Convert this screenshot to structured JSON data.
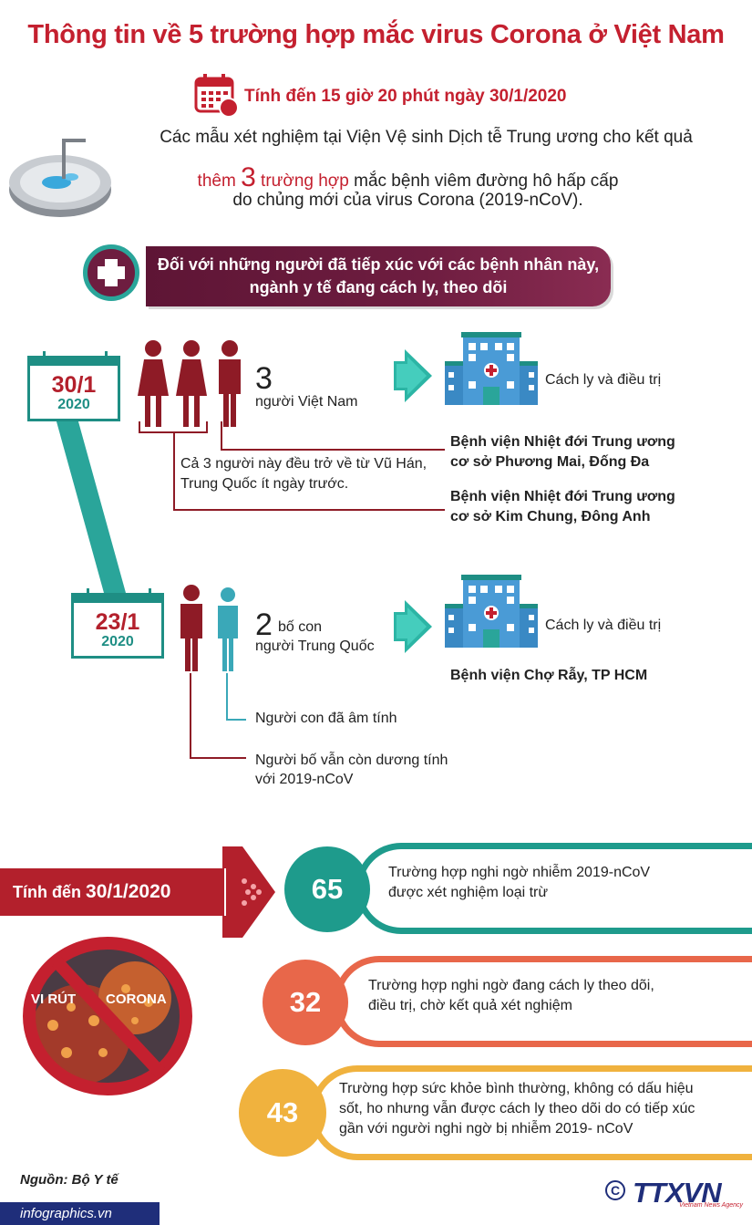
{
  "title": "Thông tin về 5 trường hợp mắc virus Corona ở Việt Nam",
  "date_line": "Tính đến 15 giờ 20 phút ngày 30/1/2020",
  "intro": {
    "line1": "Các mẫu xét nghiệm tại Viện Vệ sinh Dịch tễ Trung ương cho kết quả",
    "line2_prefix": "thêm",
    "line2_number": "3",
    "line2_red": "trường hợp",
    "line2_rest": "mắc bệnh viêm đường hô hấp cấp",
    "line3": "do chủng mới của virus Corona (2019-nCoV)."
  },
  "banner": {
    "line1": "Đối với những người đã tiếp xúc với các bệnh nhân này,",
    "line2": "ngành y tế đang cách ly, theo dõi"
  },
  "case1": {
    "date": "30/1",
    "year": "2020",
    "count": "3",
    "who": "người Việt Nam",
    "note_line1": "Cả 3 người này đều trở về từ Vũ Hán,",
    "note_line2": "Trung Quốc ít ngày trước.",
    "treatment": "Cách ly và điều trị",
    "hospital1_line1": "Bệnh viện Nhiệt đới Trung ương",
    "hospital1_line2": "cơ sở Phương Mai, Đống Đa",
    "hospital2_line1": "Bệnh viện Nhiệt đới Trung ương",
    "hospital2_line2": "cơ sở Kim Chung, Đông Anh"
  },
  "case2": {
    "date": "23/1",
    "year": "2020",
    "count": "2",
    "who_line1": "bố con",
    "who_line2": "người Trung Quốc",
    "treatment": "Cách ly và điều trị",
    "hospital": "Bệnh viện Chợ Rẫy, TP HCM",
    "child_note": "Người con đã âm tính",
    "father_line1": "Người bố vẫn còn dương tính",
    "father_line2": "với 2019-nCoV"
  },
  "stats_banner": {
    "prefix": "Tính đến",
    "date": "30/1/2020"
  },
  "virus_image": {
    "left_text": "VI RÚT",
    "right_text": "CORONA"
  },
  "stats": [
    {
      "value": "65",
      "line1": "Trường hợp nghi ngờ nhiễm 2019-nCoV",
      "line2": "được xét nghiệm loại trừ",
      "color": "#1e9b8c"
    },
    {
      "value": "32",
      "line1": "Trường hợp nghi ngờ đang cách ly theo dõi,",
      "line2": "điều trị, chờ kết quả xét nghiệm",
      "color": "#e8674a"
    },
    {
      "value": "43",
      "line1": "Trường hợp sức khỏe bình thường, không có dấu hiệu",
      "line2": "sốt, ho nhưng vẫn được cách ly theo dõi do có tiếp xúc",
      "line3": "gần với người nghi ngờ bị nhiễm 2019- nCoV",
      "color": "#f0b23e"
    }
  ],
  "source": "Nguồn: Bộ Y tế",
  "footer": "infographics.vn",
  "logo": {
    "main": "TTXVN",
    "sub": "Vietnam News Agency"
  },
  "colors": {
    "red": "#c4202f",
    "teal": "#1e8e84",
    "maroon": "#6e1d40",
    "dark_red": "#8e1b26",
    "navy": "#1f2e7a"
  }
}
